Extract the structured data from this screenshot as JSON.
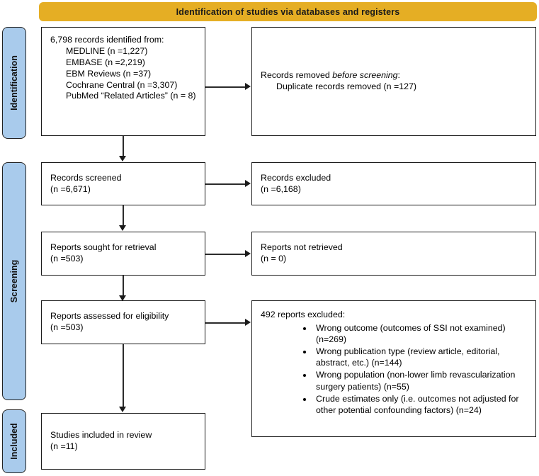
{
  "banner": {
    "title": "Identification of studies via databases and registers"
  },
  "stages": [
    {
      "key": "identification",
      "label": "Identification"
    },
    {
      "key": "screening",
      "label": "Screening"
    },
    {
      "key": "included",
      "label": "Included"
    }
  ],
  "colors": {
    "banner_bg": "#e5ae24",
    "stage_tab_bg": "#a9cbec",
    "box_border": "#1a1a1a",
    "box_bg": "#ffffff",
    "connector": "#2b2b2b"
  },
  "boxes": {
    "identified": {
      "heading": "6,798 records identified from:",
      "sources": [
        "MEDLINE (n =1,227)",
        "EMBASE (n =2,219)",
        "EBM Reviews (n =37)",
        "Cochrane Central (n =3,307)",
        "PubMed “Related Articles” (n = 8)"
      ]
    },
    "removed": {
      "line1_a": "Records removed ",
      "line1_em": "before screening",
      "line1_b": ":",
      "line2": "Duplicate records removed (n =127)"
    },
    "screened": {
      "line1": "Records screened",
      "line2": "(n =6,671)"
    },
    "excluded": {
      "line1": "Records excluded",
      "line2": "(n =6,168)"
    },
    "sought": {
      "line1": "Reports sought for retrieval",
      "line2": "(n =503)"
    },
    "not_retrieved": {
      "line1": "Reports not retrieved",
      "line2": "(n = 0)"
    },
    "assessed": {
      "line1": "Reports assessed for eligibility",
      "line2": "(n =503)"
    },
    "reports_excluded": {
      "heading": "492 reports excluded:",
      "reasons": [
        "Wrong outcome (outcomes of SSI not examined) (n=269)",
        "Wrong publication type (review article, editorial, abstract, etc.) (n=144)",
        "Wrong population (non-lower limb revascularization surgery patients) (n=55)",
        "Crude estimates only (i.e. outcomes not adjusted for other potential confounding factors) (n=24)"
      ]
    },
    "included": {
      "line1": "Studies included in review",
      "line2": "(n =11)"
    }
  },
  "chart_data": {
    "type": "diagram",
    "title": "PRISMA flow diagram",
    "nodes": [
      {
        "id": "identified",
        "stage": "Identification",
        "n": 6798
      },
      {
        "id": "removed",
        "stage": "Identification",
        "n": 127
      },
      {
        "id": "screened",
        "stage": "Screening",
        "n": 6671
      },
      {
        "id": "excluded",
        "stage": "Screening",
        "n": 6168
      },
      {
        "id": "sought",
        "stage": "Screening",
        "n": 503
      },
      {
        "id": "not_retrieved",
        "stage": "Screening",
        "n": 0
      },
      {
        "id": "assessed",
        "stage": "Screening",
        "n": 503
      },
      {
        "id": "reports_excluded",
        "stage": "Screening",
        "n": 492
      },
      {
        "id": "included",
        "stage": "Included",
        "n": 11
      }
    ]
  }
}
